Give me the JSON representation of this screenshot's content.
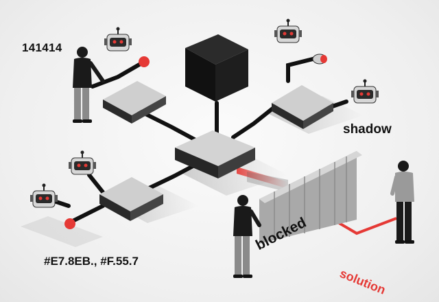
{
  "labels": {
    "code": "141414",
    "colors": "#E7.8EB., #F.55.7",
    "shadow": "shadow",
    "blocked": "blocked",
    "solution": "solution"
  },
  "colors": {
    "background": "#f3f3f3",
    "block_top": "#c9c9c9",
    "block_side": "#2a2a2a",
    "cube": "#111111",
    "accent_red": "#e53935",
    "wall": "#9e9e9e",
    "person_shirt": "#1a1a1a",
    "person_pants": "#8a8a8a"
  },
  "icons": [
    "robot-icon",
    "person-icon",
    "server-block-icon",
    "cube-icon",
    "wall-barrier-icon"
  ]
}
